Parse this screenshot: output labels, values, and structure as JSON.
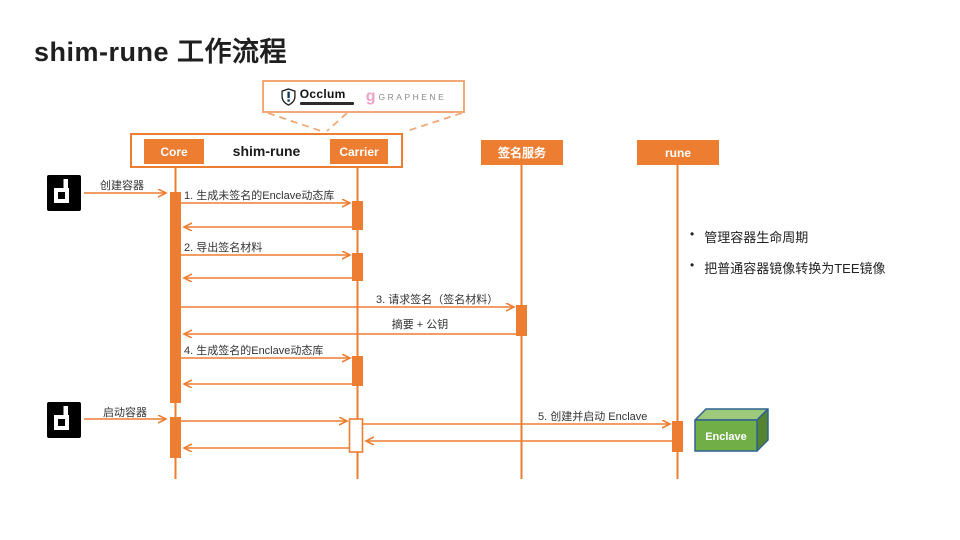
{
  "title": "shim-rune 工作流程",
  "logos": {
    "occlum": "Occlum",
    "graphene_g": "g",
    "graphene": "GRAPHENE"
  },
  "participants": {
    "container": "shim-rune",
    "core": "Core",
    "carrier": "Carrier",
    "sign_service": "签名服务",
    "rune": "rune"
  },
  "actor_actions": {
    "create_container": "创建容器",
    "start_container": "启动容器"
  },
  "messages": {
    "m1": "1. 生成未签名的Enclave动态库",
    "m2": "2. 导出签名材料",
    "m3": "3. 请求签名（签名材料）",
    "m3_return": "摘要 + 公钥",
    "m4": "4. 生成签名的Enclave动态库",
    "m5": "5. 创建并启动 Enclave"
  },
  "notes": {
    "bullet": "•",
    "items": [
      "管理容器生命周期",
      "把普通容器镜像转换为TEE镜像"
    ]
  },
  "enclave_label": "Enclave",
  "colors": {
    "accent_orange": "#ED7D31",
    "callout_orange_light": "#F2A977",
    "enclave_front_green": "#72AE48",
    "enclave_top_green": "#9DC97A",
    "enclave_side_green": "#55832F",
    "enclave_border_blue": "#2E6293",
    "graphene_pink": "#ECA2C6",
    "text_dark": "#1F1F1F"
  }
}
